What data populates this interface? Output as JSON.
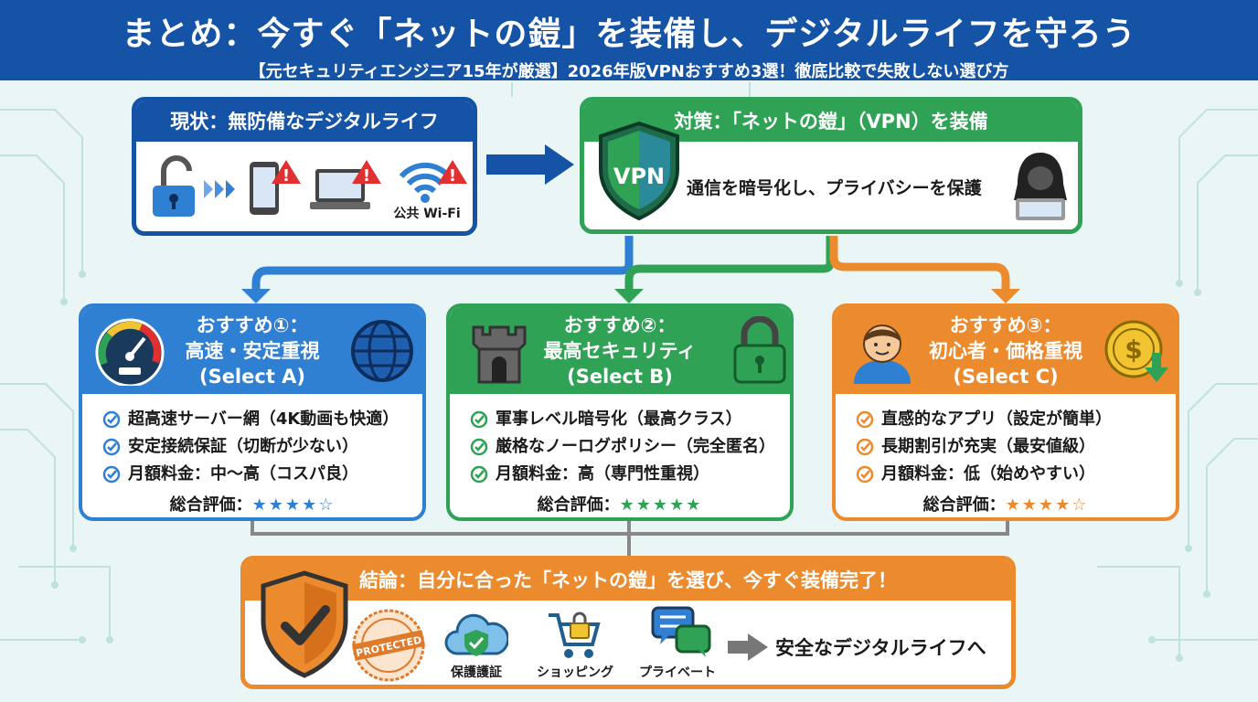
{
  "header": {
    "title": "まとめ：今すぐ「ネットの鎧」を装備し、デジタルライフを守ろう",
    "subtitle": "【元セキュリティエンジニア15年が厳選】2026年版VPNおすすめ3選！徹底比較で失敗しない選び方"
  },
  "situation": {
    "title": "現状：無防備なデジタルライフ",
    "wifi_label": "公共 Wi-Fi"
  },
  "measure": {
    "title": "対策：「ネットの鎧」（VPN）を装備",
    "shield_text": "VPN",
    "description": "通信を暗号化し、プライバシーを保護"
  },
  "cards": [
    {
      "title_line1": "おすすめ①：",
      "title_line2": "高速・安定重視",
      "title_line3": "(Select A)",
      "features": [
        "超高速サーバー網（4K動画も快適）",
        "安定接続保証（切断が少ない）",
        "月額料金：中〜高（コスパ良）"
      ],
      "rating_label": "総合評価：",
      "stars": "★★★★☆",
      "rating": 4,
      "color": "#2f7fd3"
    },
    {
      "title_line1": "おすすめ②：",
      "title_line2": "最高セキュリティ",
      "title_line3": "(Select B)",
      "features": [
        "軍事レベル暗号化（最高クラス）",
        "厳格なノーログポリシー（完全匿名）",
        "月額料金：高（専門性重視）"
      ],
      "rating_label": "総合評価：",
      "stars": "★★★★★",
      "rating": 5,
      "color": "#30a255"
    },
    {
      "title_line1": "おすすめ③：",
      "title_line2": "初心者・価格重視",
      "title_line3": "(Select C)",
      "features": [
        "直感的なアプリ（設定が簡単）",
        "長期割引が充実（最安値級）",
        "月額料金：低（始めやすい）"
      ],
      "rating_label": "総合評価：",
      "stars": "★★★★☆",
      "rating": 4,
      "color": "#ec8a2e"
    }
  ],
  "conclusion": {
    "title": "結論：自分に合った「ネットの鎧」を選び、今すぐ装備完了！",
    "stamp_text": "PROTECTED",
    "icons": [
      {
        "label": "保護護証",
        "icon": "cloud-check-icon"
      },
      {
        "label": "ショッピング",
        "icon": "cart-lock-icon"
      },
      {
        "label": "プライベート",
        "icon": "chat-bubbles-icon"
      }
    ],
    "final_text": "安全なデジタルライフへ"
  },
  "colors": {
    "navy": "#1553a6",
    "blue": "#2f7fd3",
    "green": "#30a255",
    "orange": "#ec8a2e",
    "warning": "#e03030"
  }
}
